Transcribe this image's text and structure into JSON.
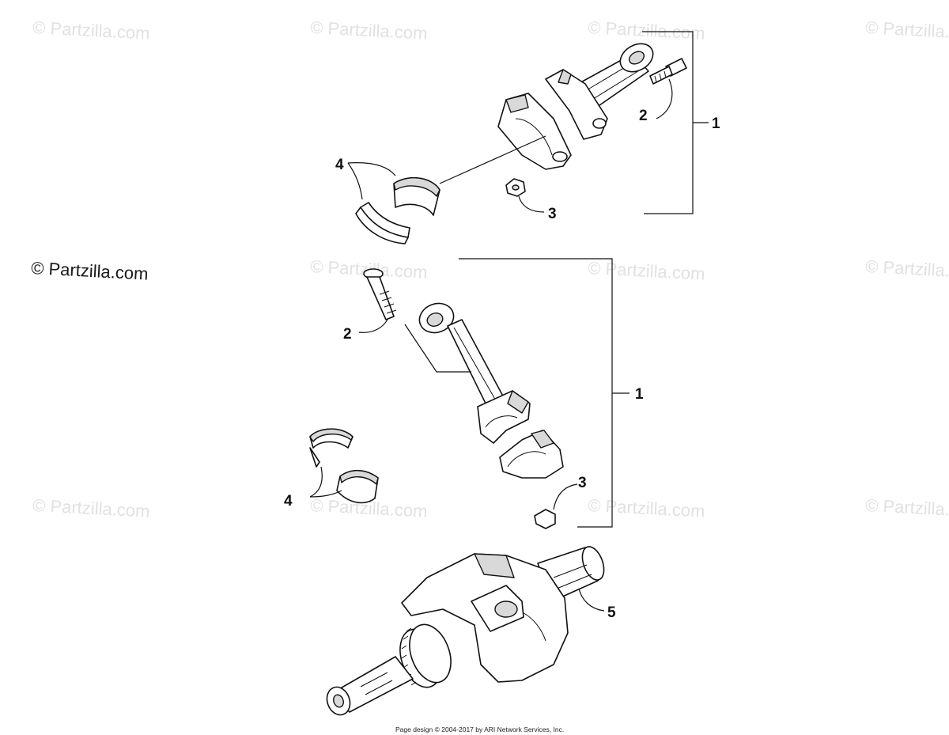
{
  "watermark": {
    "text": "© Partzilla.com",
    "color": "#e1e1e1",
    "prominent_color": "#1a1a1a"
  },
  "callouts": {
    "top_assembly": "1",
    "top_bolt": "2",
    "top_nut": "3",
    "top_bearing": "4",
    "mid_assembly": "1",
    "mid_bolt": "2",
    "mid_nut": "3",
    "mid_bearing": "4",
    "crankshaft": "5"
  },
  "footer": {
    "text": "Page design © 2004-2017 by ARI Network Services, Inc."
  }
}
